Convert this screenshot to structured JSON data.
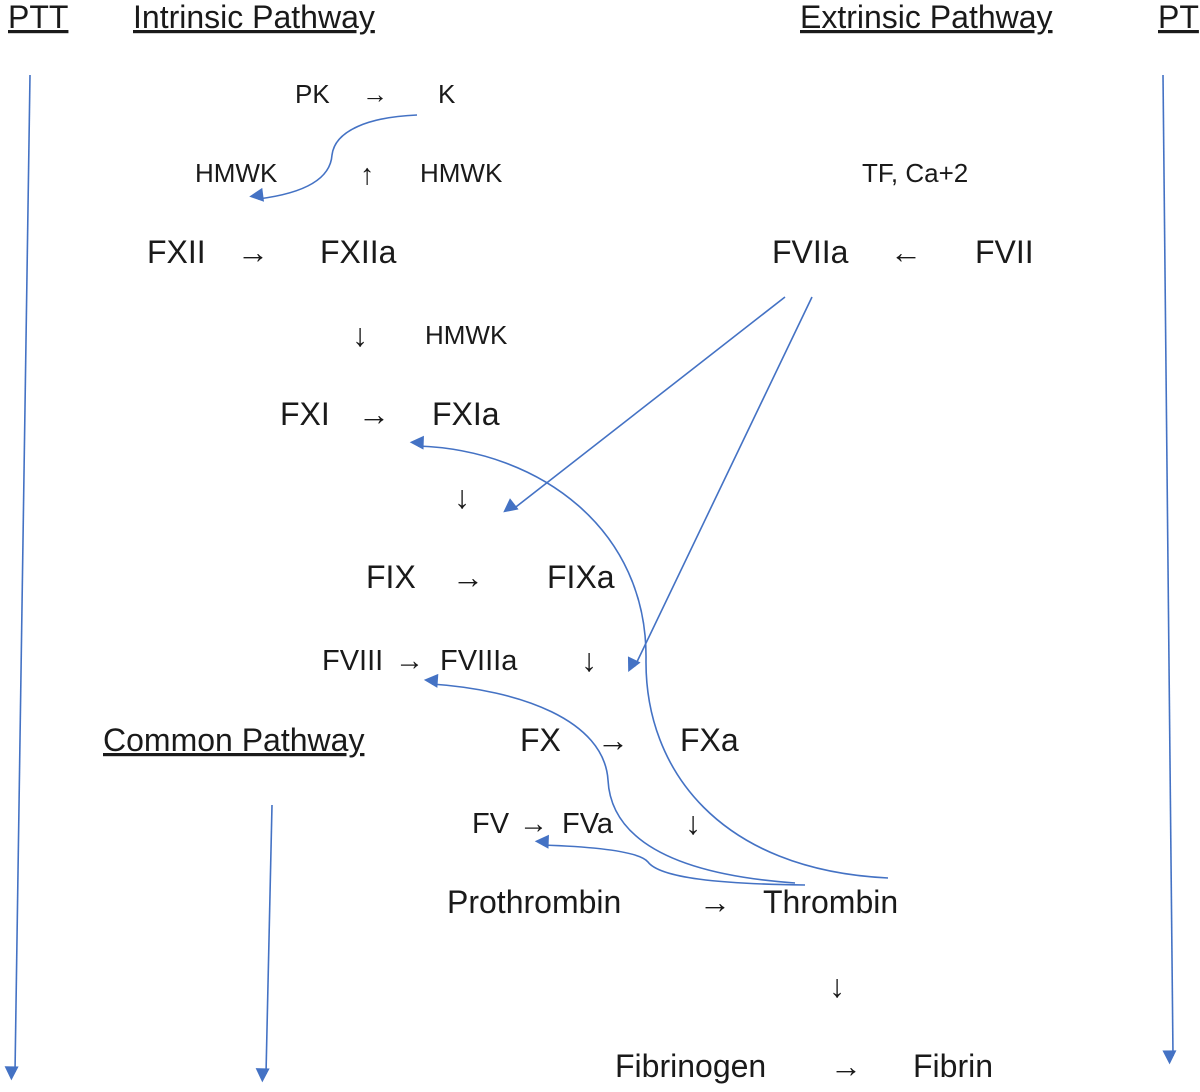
{
  "headings": {
    "ptt": "PTT",
    "intrinsic": "Intrinsic Pathway",
    "extrinsic": "Extrinsic Pathway",
    "pt": "PT",
    "common": "Common Pathway"
  },
  "symbols": {
    "right": "→",
    "left": "←",
    "up": "↑",
    "down": "↓"
  },
  "labels": {
    "pk": "PK",
    "k": "K",
    "hmwk_left": "HMWK",
    "hmwk_right": "HMWK",
    "tf_ca": "TF, Ca+2",
    "fxii": "FXII",
    "fxiia": "FXIIa",
    "fviia": "FVIIa",
    "fvii": "FVII",
    "hmwk_mid": "HMWK",
    "fxi": "FXI",
    "fxia": "FXIa",
    "fix": "FIX",
    "fixa": "FIXa",
    "fviii": "FVIII",
    "fviiia": "FVIIIa",
    "fx": "FX",
    "fxa": "FXa",
    "fv": "FV",
    "fva": "FVa",
    "prothrombin": "Prothrombin",
    "thrombin": "Thrombin",
    "fibrinogen": "Fibrinogen",
    "fibrin": "Fibrin"
  },
  "colors": {
    "arrow": "#4472c4",
    "text": "#1a1a1a"
  }
}
